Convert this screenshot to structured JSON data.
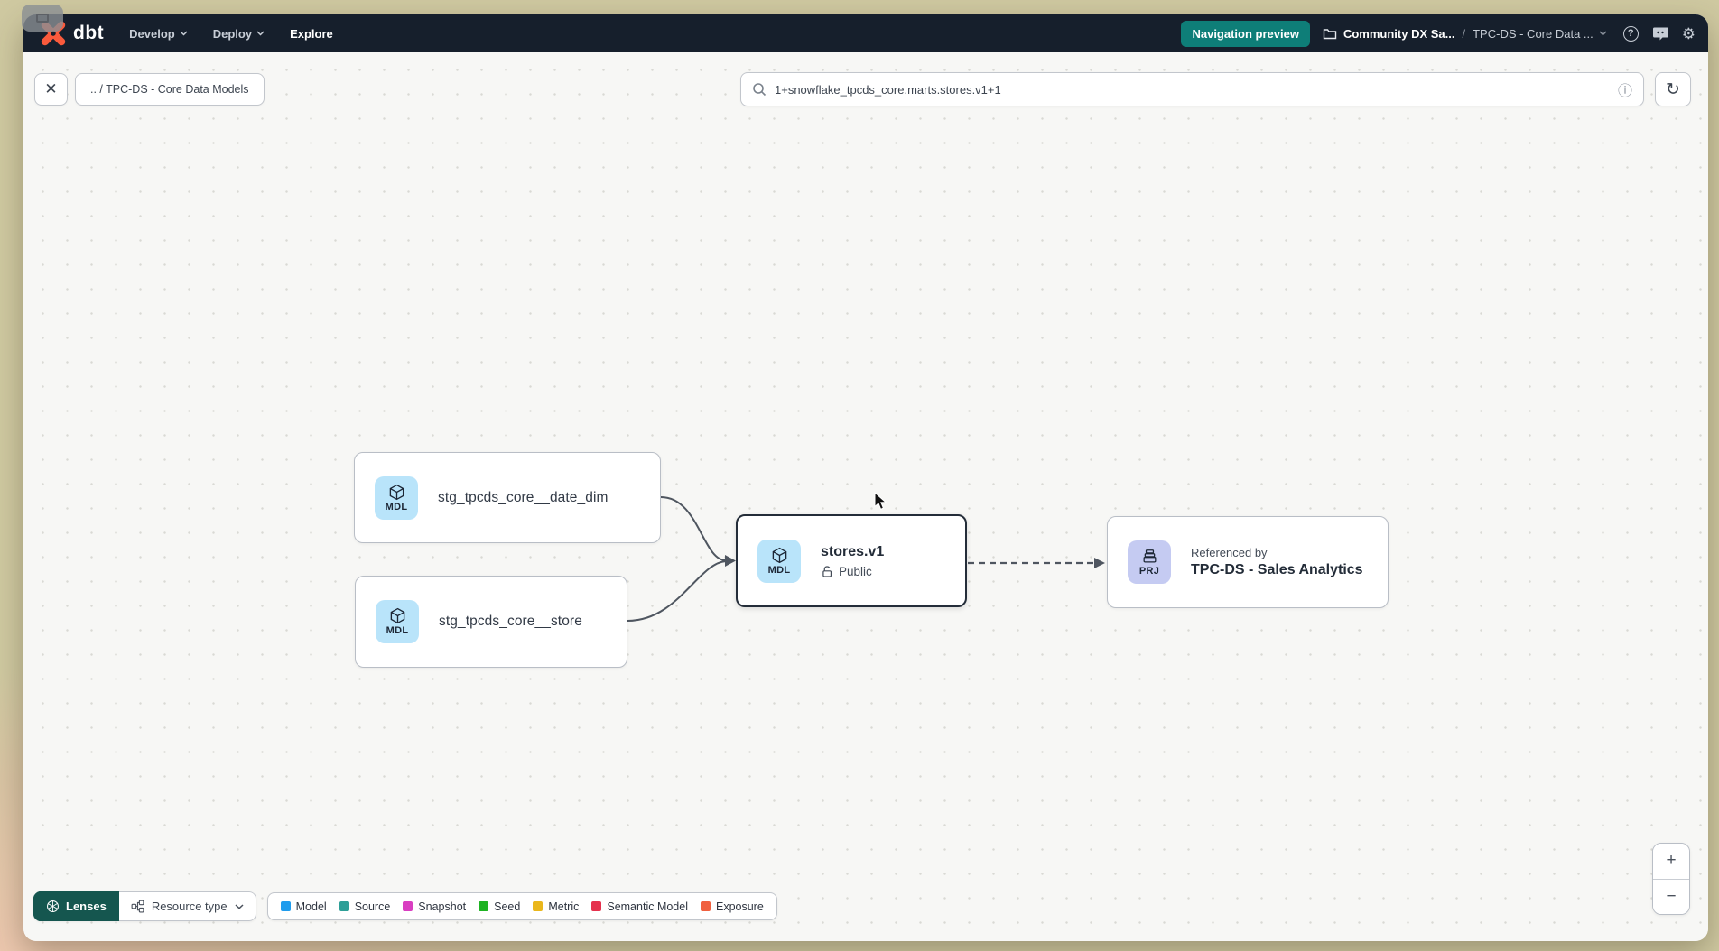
{
  "navbar": {
    "logo_text": "dbt",
    "menus": [
      {
        "label": "Develop"
      },
      {
        "label": "Deploy"
      },
      {
        "label": "Explore"
      }
    ],
    "preview_button_label": "Navigation preview",
    "account_name": "Community DX Sa...",
    "breadcrumb_separator": "/",
    "project_name": "TPC-DS - Core Data ...",
    "help_label": "?"
  },
  "toolbar": {
    "close_label": "✕",
    "breadcrumb": ".. / TPC-DS - Core Data Models",
    "search_value": "1+snowflake_tpcds_core.marts.stores.v1+1",
    "info_glyph": "ⓘ",
    "refresh_glyph": "↻"
  },
  "graph": {
    "nodes": [
      {
        "badge": "MDL",
        "badge_color": "#b9e4fa",
        "label": "stg_tpcds_core__date_dim"
      },
      {
        "badge": "MDL",
        "badge_color": "#b9e4fa",
        "label": "stg_tpcds_core__store"
      },
      {
        "badge": "MDL",
        "badge_color": "#b9e4fa",
        "label": "stores.v1",
        "sublabel": "Public",
        "selected": true
      },
      {
        "badge": "PRJ",
        "badge_color": "#c5cbf2",
        "suplabel": "Referenced by",
        "label": "TPC-DS - Sales Analytics"
      }
    ]
  },
  "footer": {
    "lenses_label": "Lenses",
    "resource_type_label": "Resource type",
    "legend": [
      {
        "label": "Model",
        "color": "#1f9ced"
      },
      {
        "label": "Source",
        "color": "#2e9f97"
      },
      {
        "label": "Snapshot",
        "color": "#d93ec1"
      },
      {
        "label": "Seed",
        "color": "#1eb322"
      },
      {
        "label": "Metric",
        "color": "#eab71c"
      },
      {
        "label": "Semantic Model",
        "color": "#e5314d"
      },
      {
        "label": "Exposure",
        "color": "#f0603f"
      }
    ],
    "zoom_in_label": "+",
    "zoom_out_label": "−"
  },
  "colors": {
    "navbar_bg": "#161f2c",
    "accent_teal": "#0e7e78",
    "lenses_teal": "#15564f",
    "selected_border": "#242d39",
    "edge": "#4f5660",
    "logo_orange": "#fa5a3c"
  }
}
